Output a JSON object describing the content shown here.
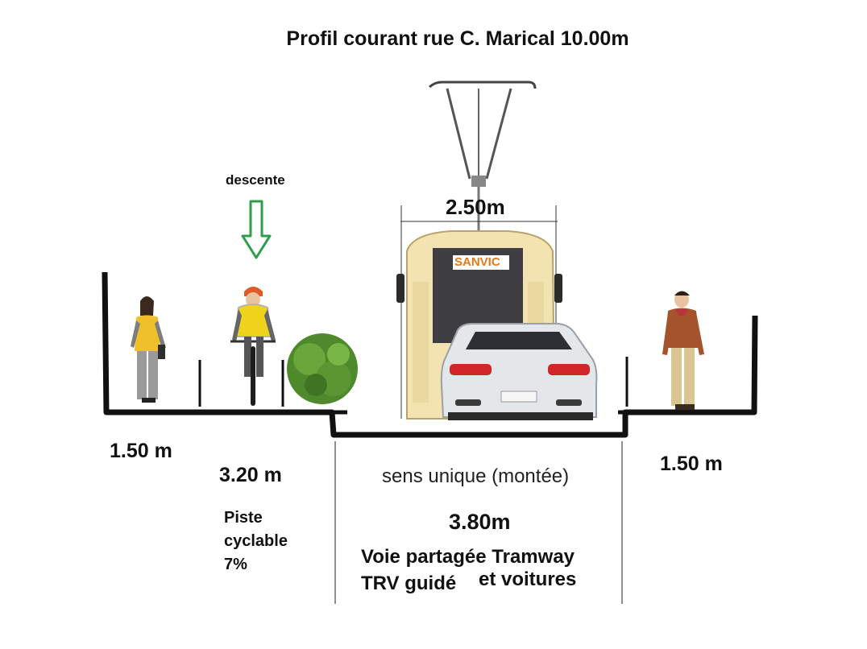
{
  "title": "Profil courant rue C. Marical 10.00m",
  "direction_label": "descente",
  "tram_width": "2.50m",
  "tram_destination": "SANVIC",
  "sidewalk_left": "1.50 m",
  "bike_lane_width": "3.20 m",
  "bike_lane_desc": {
    "line1": "Piste",
    "line2": "cyclable",
    "line3": "7%"
  },
  "traffic_note": "sens unique (montée)",
  "roadway_width": "3.80m",
  "roadway_desc": {
    "line1": "Voie partagée Tramway",
    "line2": "TRV guidé",
    "line3": "et voitures"
  },
  "sidewalk_right": "1.50 m",
  "colors": {
    "arrow_green": "#2e9e4a",
    "tram_body": "#f2e3b0",
    "tram_face": "#d8c98e",
    "destination_text": "#e07b1a",
    "vest_yellow": "#f0d21c",
    "hedge_green": "#4e8a2c",
    "car_white": "#e4e7ea",
    "tail_light": "#d0262a"
  },
  "icons": [
    "pedestrian-woman-icon",
    "cyclist-icon",
    "hedge-icon",
    "tram-icon",
    "pantograph-icon",
    "car-icon",
    "pedestrian-man-icon",
    "down-arrow-icon"
  ]
}
